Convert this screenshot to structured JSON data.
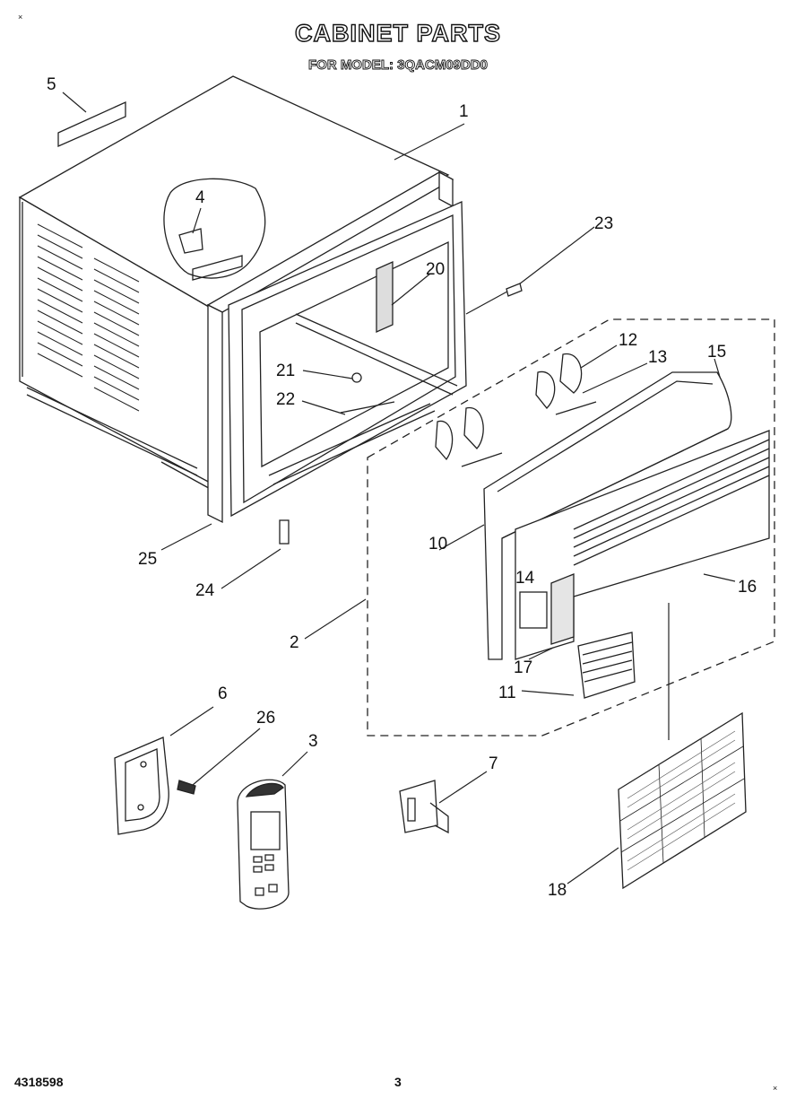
{
  "title": "CABINET PARTS",
  "subtitle": "FOR MODEL: 3QACM09DD0",
  "footer": {
    "doc_number": "4318598",
    "page": "3"
  },
  "corner_mark": "×",
  "callouts": [
    "1",
    "2",
    "3",
    "4",
    "5",
    "6",
    "7",
    "10",
    "11",
    "12",
    "13",
    "14",
    "15",
    "16",
    "17",
    "18",
    "20",
    "21",
    "22",
    "23",
    "24",
    "25",
    "26"
  ]
}
